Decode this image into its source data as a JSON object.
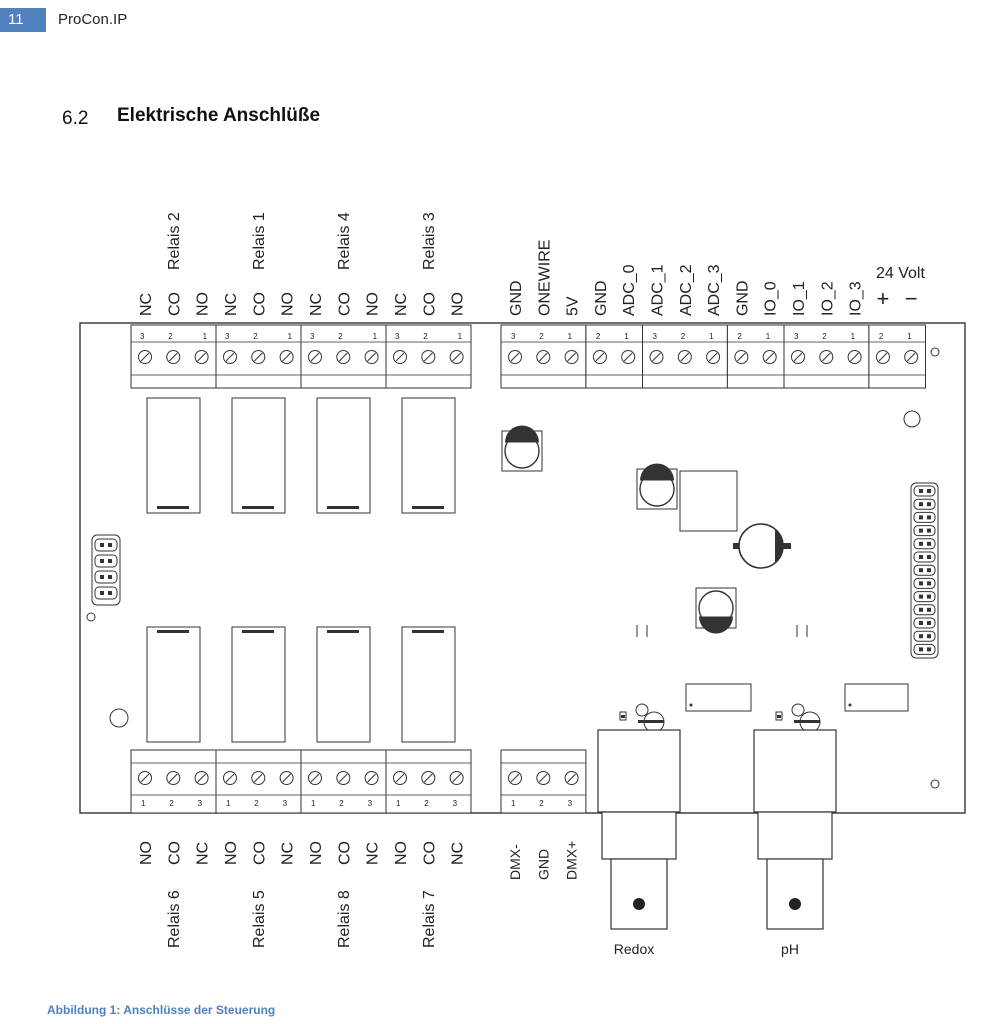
{
  "header": {
    "page_number": "11",
    "title": "ProCon.IP"
  },
  "section": {
    "number": "6.2",
    "title": "Elektrische Anschlüße"
  },
  "caption": "Abbildung 1: Anschlüsse der Steuerung",
  "top_relays": [
    {
      "name": "Relais 2",
      "pins": [
        "NC",
        "CO",
        "NO"
      ],
      "numbers": [
        "3",
        "2",
        "1"
      ]
    },
    {
      "name": "Relais 1",
      "pins": [
        "NC",
        "CO",
        "NO"
      ],
      "numbers": [
        "3",
        "2",
        "1"
      ]
    },
    {
      "name": "Relais 4",
      "pins": [
        "NC",
        "CO",
        "NO"
      ],
      "numbers": [
        "3",
        "2",
        "1"
      ]
    },
    {
      "name": "Relais 3",
      "pins": [
        "NC",
        "CO",
        "NO"
      ],
      "numbers": [
        "3",
        "2",
        "1"
      ]
    }
  ],
  "top_right_blocks": [
    {
      "pins": [
        "GND",
        "ONEWIRE",
        "5V"
      ],
      "numbers": [
        "3",
        "2",
        "1"
      ]
    },
    {
      "pins": [
        "GND",
        "ADC_0"
      ],
      "numbers": [
        "2",
        "1"
      ]
    },
    {
      "pins": [
        "ADC_1",
        "ADC_2",
        "ADC_3"
      ],
      "numbers": [
        "3",
        "2",
        "1"
      ]
    },
    {
      "pins": [
        "GND",
        "IO_0"
      ],
      "numbers": [
        "2",
        "1"
      ]
    },
    {
      "pins": [
        "IO_1",
        "IO_2",
        "IO_3"
      ],
      "numbers": [
        "3",
        "2",
        "1"
      ]
    },
    {
      "pins": [
        "+",
        "−"
      ],
      "numbers": [
        "2",
        "1"
      ]
    }
  ],
  "power_label": "24 Volt",
  "bottom_relays": [
    {
      "name": "Relais 6",
      "pins": [
        "NO",
        "CO",
        "NC"
      ],
      "numbers": [
        "1",
        "2",
        "3"
      ]
    },
    {
      "name": "Relais 5",
      "pins": [
        "NO",
        "CO",
        "NC"
      ],
      "numbers": [
        "1",
        "2",
        "3"
      ]
    },
    {
      "name": "Relais 8",
      "pins": [
        "NO",
        "CO",
        "NC"
      ],
      "numbers": [
        "1",
        "2",
        "3"
      ]
    },
    {
      "name": "Relais 7",
      "pins": [
        "NO",
        "CO",
        "NC"
      ],
      "numbers": [
        "1",
        "2",
        "3"
      ]
    }
  ],
  "dmx_block": {
    "pins": [
      "DMX-",
      "GND",
      "DMX+"
    ],
    "numbers": [
      "1",
      "2",
      "3"
    ]
  },
  "bnc_connectors": [
    "Redox",
    "pH"
  ],
  "colors": {
    "accent": "#4f81bd",
    "line": "#333333"
  }
}
